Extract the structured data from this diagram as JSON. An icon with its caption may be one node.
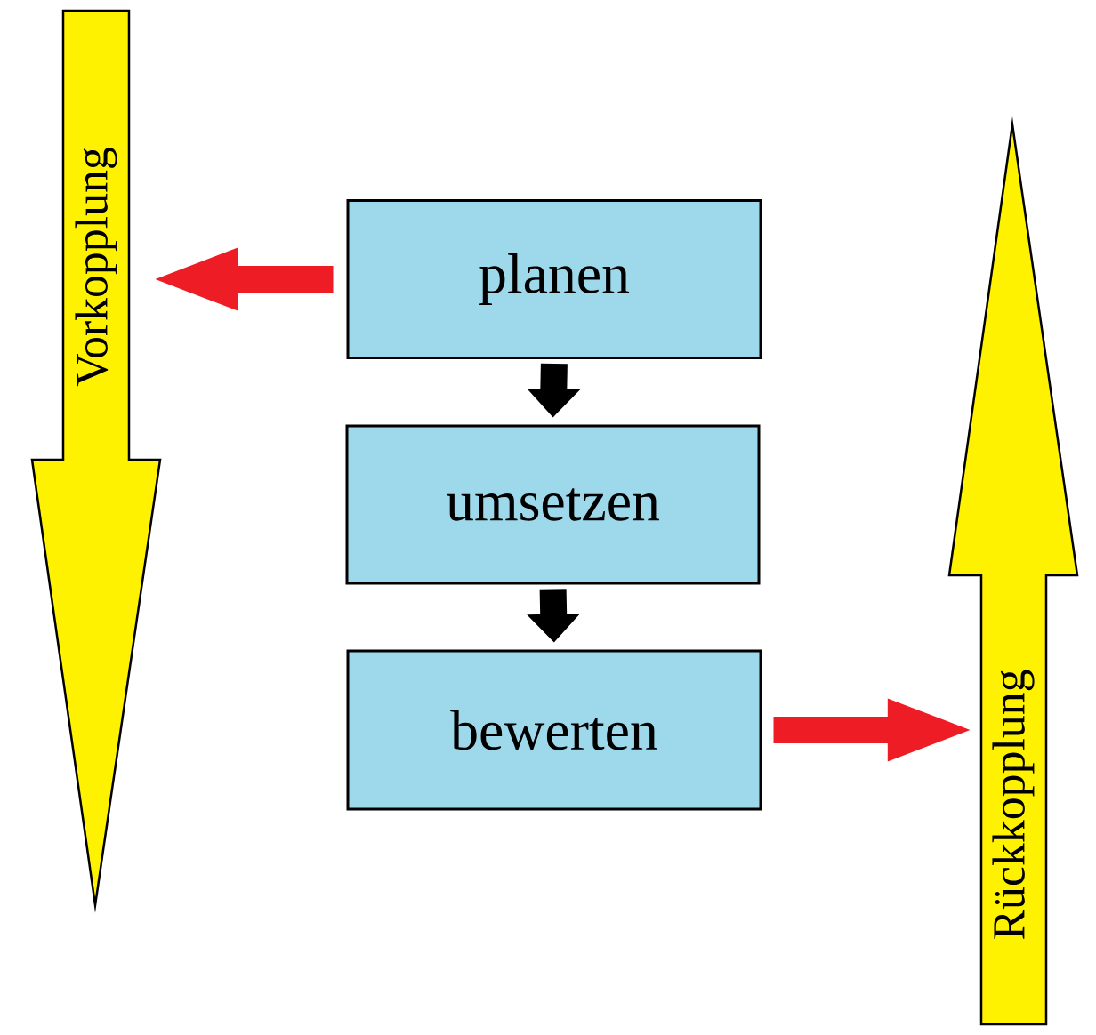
{
  "diagram": {
    "nodes": [
      {
        "text": [
          "planen"
        ]
      },
      {
        "text": [
          "umsetzen"
        ]
      },
      {
        "text": [
          "bewerten"
        ]
      },
      {
        "text": [
          "Vorkopplung"
        ]
      },
      {
        "text": [
          "Rückkopplung"
        ]
      }
    ],
    "edges": [
      {
        "from": 0,
        "to": 1,
        "arrow": "to"
      },
      {
        "from": 1,
        "to": 2,
        "arrow": "to"
      },
      {
        "from": 0,
        "to": 3,
        "arrow": "to",
        "color": "#ee1c24"
      },
      {
        "from": 2,
        "to": 4,
        "arrow": "to",
        "color": "#ee1c24"
      }
    ]
  }
}
